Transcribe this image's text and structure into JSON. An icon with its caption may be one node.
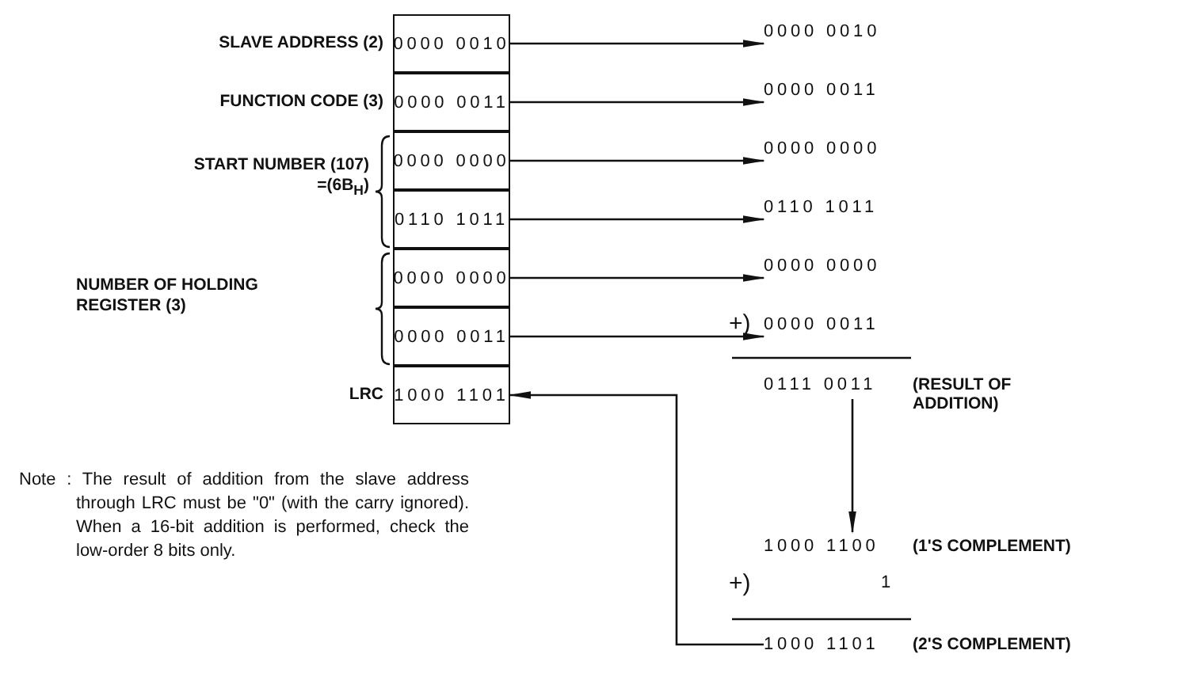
{
  "diagram": {
    "nodes": [
      {
        "text": [
          "0000 0010"
        ],
        "beside": [
          "SLAVE ADDRESS (2)"
        ]
      },
      {
        "text": [
          "0000 0011"
        ],
        "beside": [
          "FUNCTION CODE (3)"
        ]
      },
      {
        "text": [
          "0000 0000"
        ]
      },
      {
        "text": [
          "0110 1011"
        ]
      },
      {
        "text": [
          "0000 0000"
        ]
      },
      {
        "text": [
          "0000 0011"
        ]
      },
      {
        "text": [
          "1000 1101"
        ],
        "beside": [
          "LRC"
        ]
      },
      {
        "text": [
          "0000 0010"
        ]
      },
      {
        "text": [
          "0000 0011"
        ]
      },
      {
        "text": [
          "0000 0000"
        ]
      },
      {
        "text": [
          "0110 1011"
        ]
      },
      {
        "text": [
          "0000 0000"
        ]
      },
      {
        "text": [
          "0000 0011"
        ]
      },
      {
        "text": [
          "0111 0011"
        ],
        "beside": [
          "(RESULT OF ADDITION)"
        ]
      },
      {
        "text": [
          "1000 1100"
        ],
        "beside": [
          "(1'S COMPLEMENT)"
        ]
      },
      {
        "text": [
          "1000 1101"
        ],
        "beside": [
          "(2'S COMPLEMENT)"
        ]
      }
    ],
    "edges": [
      {
        "from": 0,
        "to": 7,
        "arrow": "to"
      },
      {
        "from": 1,
        "to": 8,
        "arrow": "to"
      },
      {
        "from": 2,
        "to": 9,
        "arrow": "to"
      },
      {
        "from": 3,
        "to": 10,
        "arrow": "to"
      },
      {
        "from": 4,
        "to": 11,
        "arrow": "to"
      },
      {
        "from": 5,
        "to": 12,
        "arrow": "to"
      },
      {
        "from": 13,
        "to": 14,
        "arrow": "to"
      },
      {
        "from": 15,
        "to": 6,
        "arrow": "to"
      }
    ],
    "labels": [
      "START NUMBER (107) =(6B$_{H}$)",
      "NUMBER OF HOLDING REGISTER (3)",
      "+)",
      "+)",
      "1",
      "Note : The result of addition from the slave address through LRC must be \"0\" (with the carry ignored). When a 16-bit addition is performed, check the low-order 8 bits only."
    ]
  }
}
